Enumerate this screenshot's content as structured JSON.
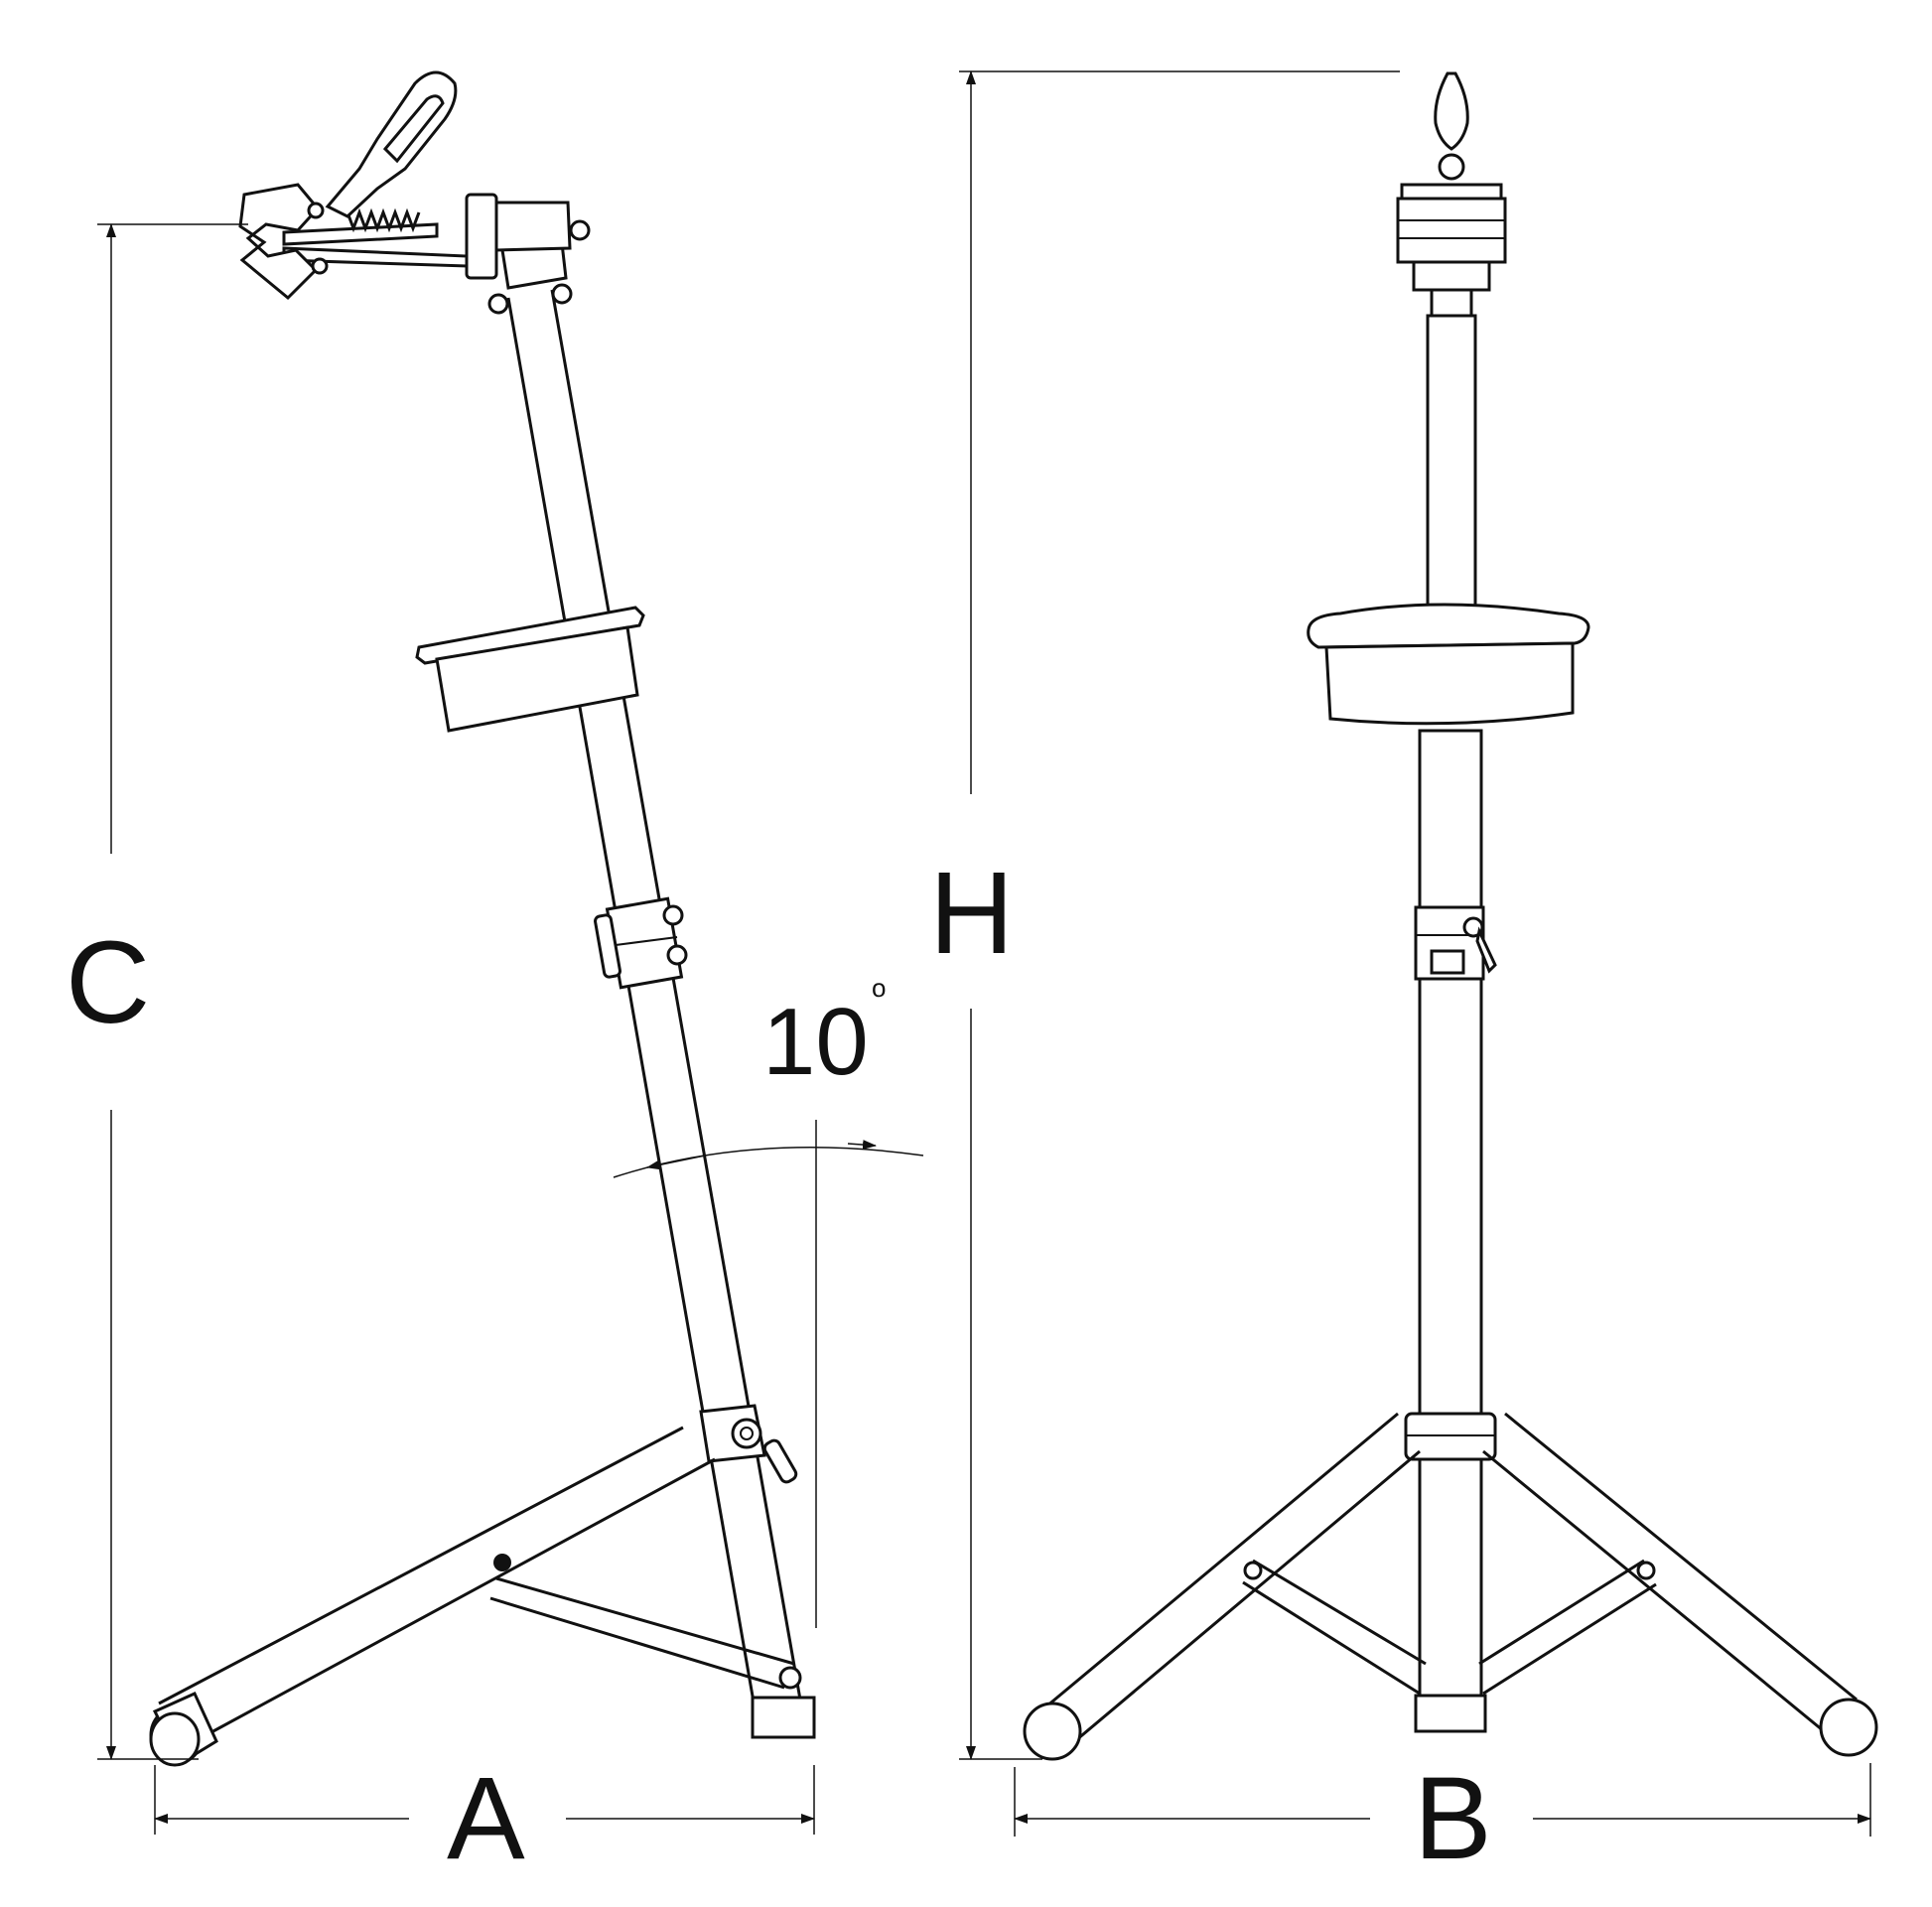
{
  "dimensions": {
    "A": "A",
    "B": "B",
    "C": "C",
    "H": "H"
  },
  "angle": {
    "value": "10",
    "unit": "o"
  },
  "colors": {
    "line": "#111111",
    "background": "#ffffff"
  }
}
